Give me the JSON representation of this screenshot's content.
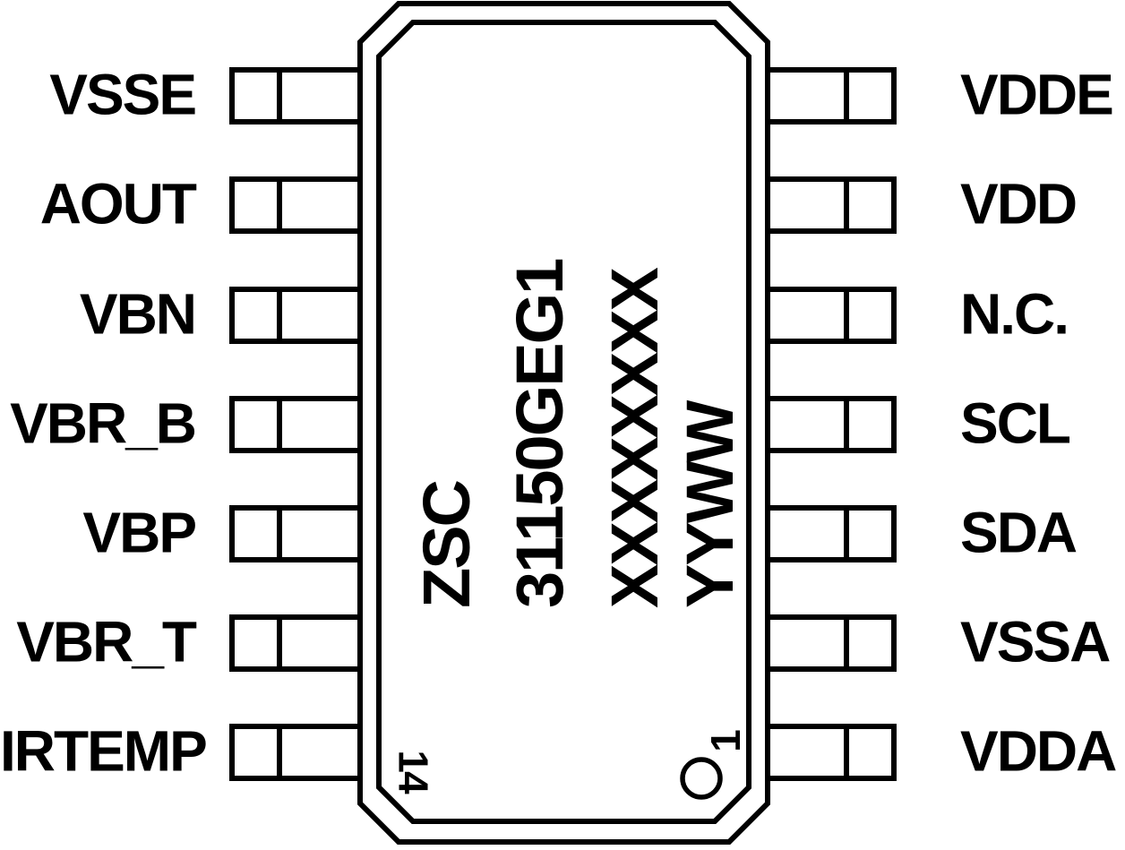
{
  "colors": {
    "line": "#000000",
    "background": "#ffffff"
  },
  "chip": {
    "marking": [
      "ZSC",
      "31150GEG1",
      "XXXXXXXX",
      "YYWW"
    ],
    "corner_markers": {
      "pin14": "14",
      "pin1": "1"
    }
  },
  "pins": {
    "left": [
      "VSSE",
      "AOUT",
      "VBN",
      "VBR_B",
      "VBP",
      "VBR_T",
      "IRTEMP"
    ],
    "right": [
      "VDDE",
      "VDD",
      "N.C.",
      "SCL",
      "SDA",
      "VSSA",
      "VDDA"
    ]
  }
}
